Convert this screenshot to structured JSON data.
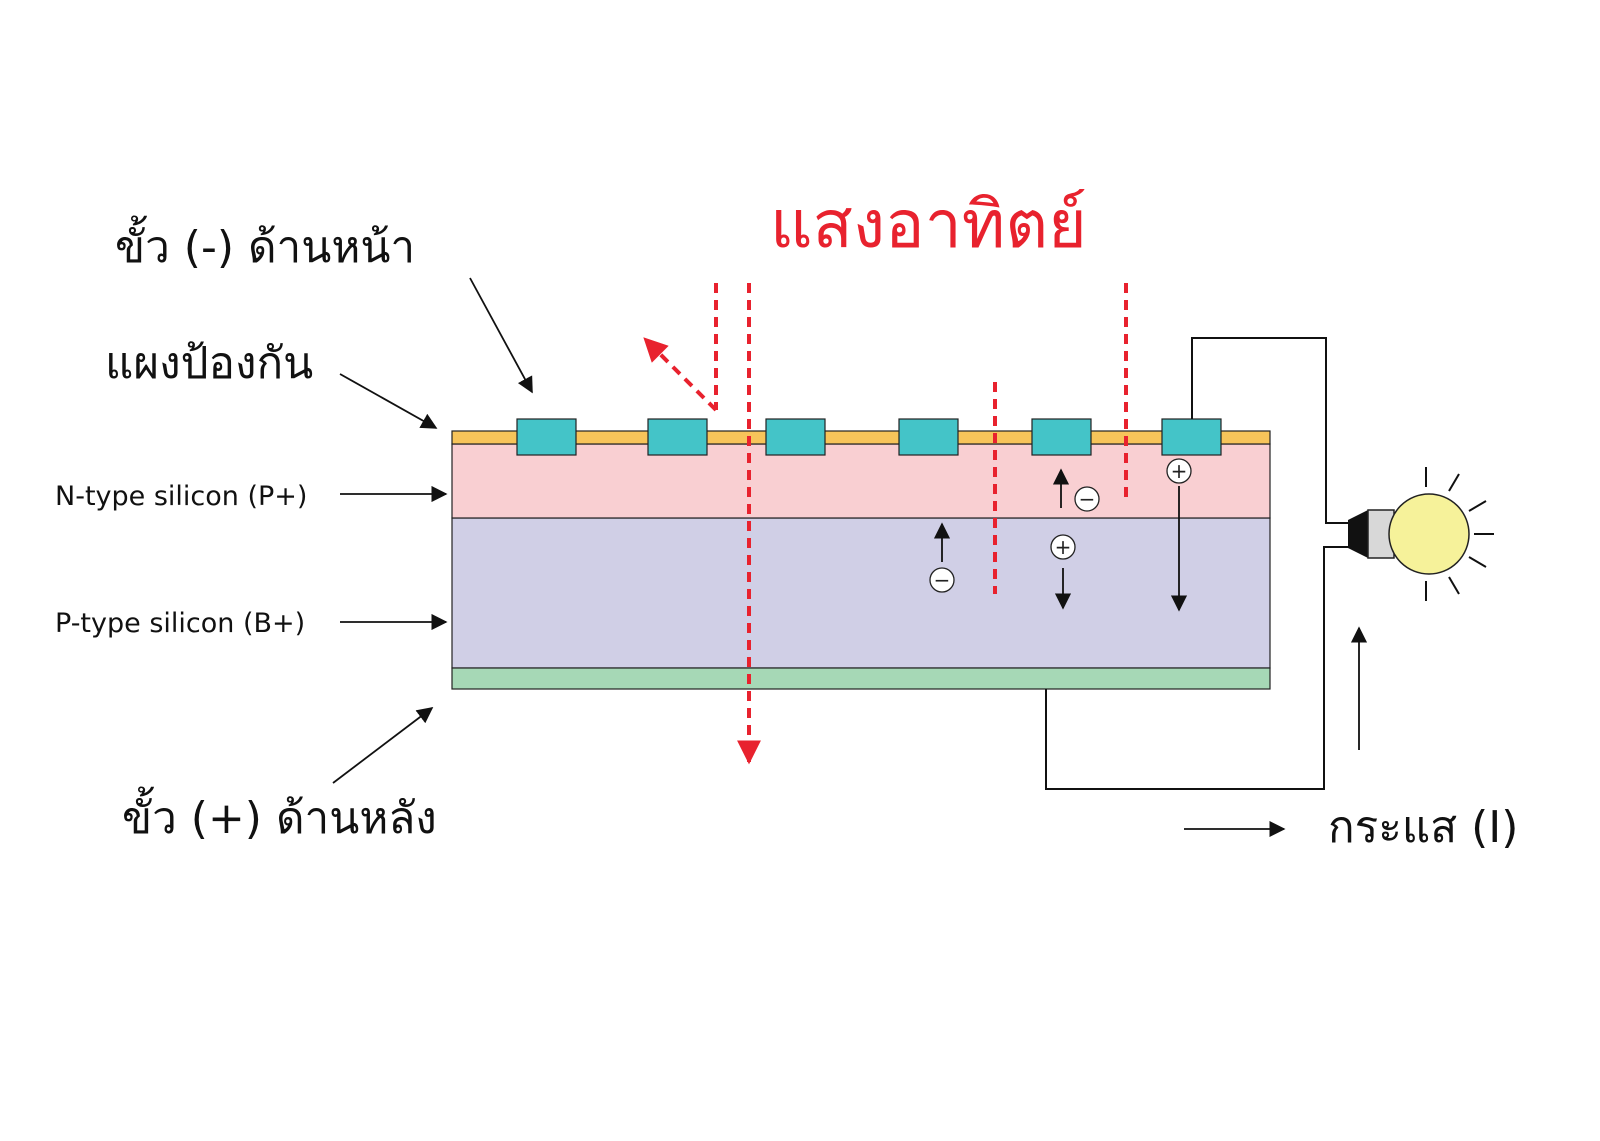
{
  "labels": {
    "front_contact": "ขั้ว (-) ด้านหน้า",
    "shield": "แผงป้องกัน",
    "n_type": "N-type silicon (P+)",
    "p_type": "P-type silicon (B+)",
    "back_contact": "ขั้ว (+) ด้านหลัง",
    "sunlight": "แสงอาทิตย์",
    "current": "กระแส (I)"
  },
  "symbols": {
    "electron": "−",
    "hole": "+"
  },
  "colors": {
    "sunlight": "#e8222e",
    "shield_layer": "#f7c45a",
    "n_layer": "#f9cfd2",
    "p_layer": "#d0cfe6",
    "back_layer": "#a6d8b6",
    "contact": "#44c4c8",
    "bulb": "#f6f29a"
  }
}
